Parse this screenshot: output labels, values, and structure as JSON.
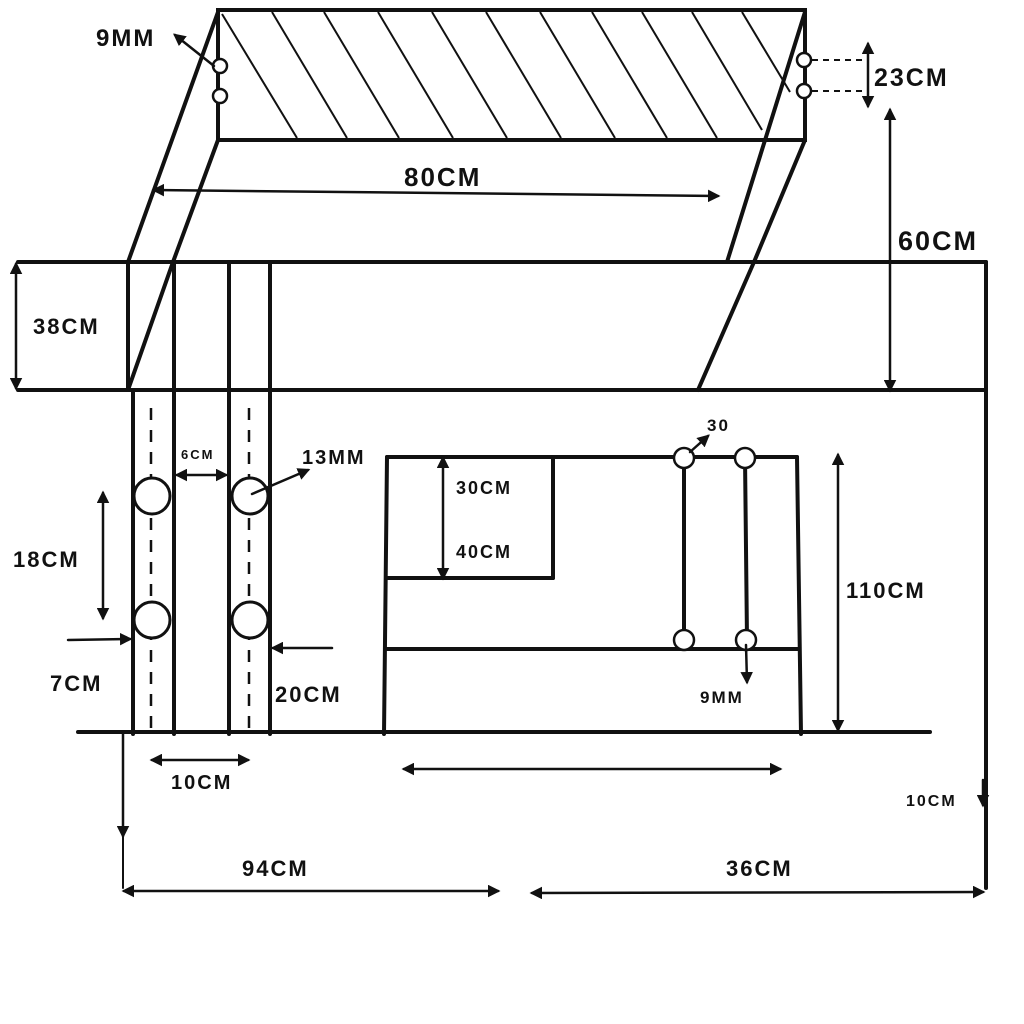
{
  "labels": {
    "top_hole_size": "9MM",
    "top_hole_spacing": "23CM",
    "top_width": "80CM",
    "total_height": "60CM",
    "band_height": "38CM",
    "post_gap": "6CM",
    "large_hole_size": "13MM",
    "hole_spacing": "18CM",
    "left_offset": "7CM",
    "right_offset": "20CM",
    "post_width": "10CM",
    "panel_top": "30CM",
    "panel_inner": "40CM",
    "rod_hole_size": "30",
    "rod_bottom_hole": "9MM",
    "panel_height": "110CM",
    "bottom_offset": "10CM",
    "bottom_left": "94CM",
    "bottom_right": "36CM"
  }
}
